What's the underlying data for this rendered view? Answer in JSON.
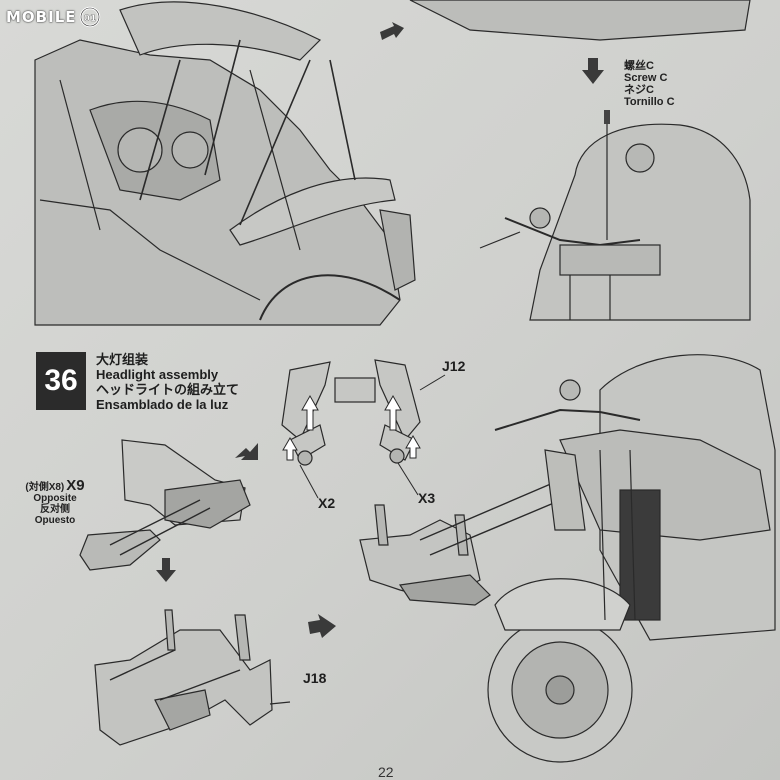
{
  "watermark": {
    "text": "MOBILE",
    "badge_text": "01"
  },
  "top_panel": {
    "screw_callout": {
      "zh": "螺丝C",
      "en": "Screw C",
      "ja": "ネジC",
      "es": "Tornillo C"
    }
  },
  "step": {
    "number": "36",
    "title_zh": "大灯组装",
    "title_en": "Headlight assembly",
    "title_ja": "ヘッドライトの組み立て",
    "title_es": "Ensamblado de la luz"
  },
  "parts": {
    "j12": "J12",
    "x2": "X2",
    "x3": "X3",
    "j18": "J18",
    "x9": {
      "opposite_zh": "(対側X8)",
      "code": "X9",
      "en": "Opposite",
      "zh": "反对侧",
      "es": "Opuesto"
    }
  },
  "page_number": "22",
  "colors": {
    "paper": "#d2d3d0",
    "line_art": "#2a2a2a",
    "step_badge": "#2b2b2b",
    "arrow_fill": "#3a3a3a"
  }
}
